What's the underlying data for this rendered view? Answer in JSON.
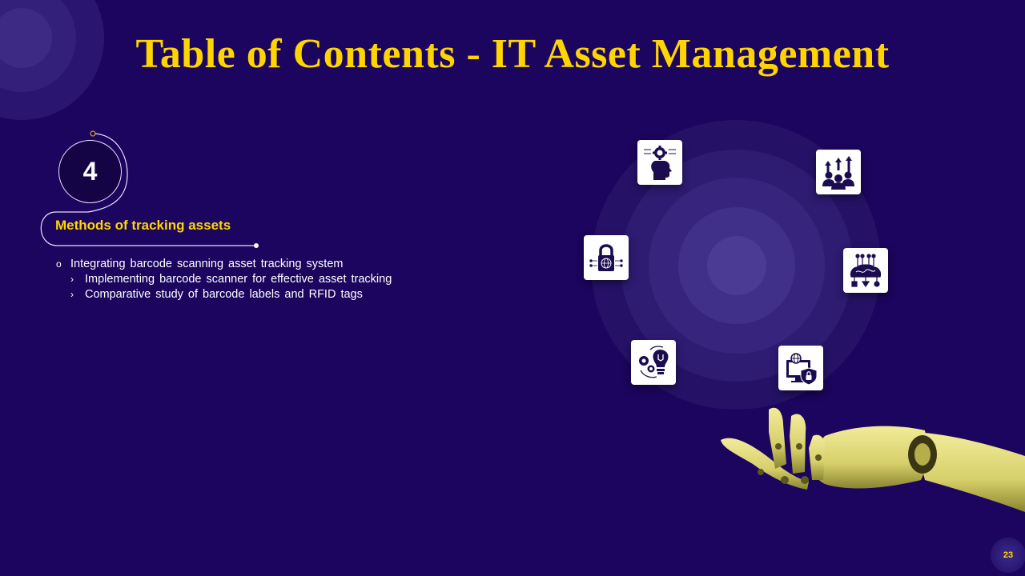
{
  "slide": {
    "title": "Table of Contents - IT Asset Management",
    "page_number": "23",
    "colors": {
      "background": "#1b055e",
      "accent": "#ffd500",
      "text": "#ffffff"
    }
  },
  "section": {
    "number": "4",
    "title": "Methods of tracking assets",
    "items": [
      {
        "level": 1,
        "bullet": "o",
        "text": "Integrating  barcode scanning asset tracking system",
        "children": [
          {
            "level": 2,
            "bullet": "›",
            "text": "Implementing  barcode scanner for effective asset tracking"
          },
          {
            "level": 2,
            "bullet": "›",
            "text": " Comparative study of barcode labels and RFID tags"
          }
        ]
      }
    ]
  },
  "icons": [
    {
      "name": "head-gear-bulb-icon"
    },
    {
      "name": "team-growth-arrows-icon"
    },
    {
      "name": "padlock-globe-icon"
    },
    {
      "name": "brain-network-icon"
    },
    {
      "name": "gears-bulb-cycle-icon"
    },
    {
      "name": "monitor-globe-shield-icon"
    }
  ]
}
